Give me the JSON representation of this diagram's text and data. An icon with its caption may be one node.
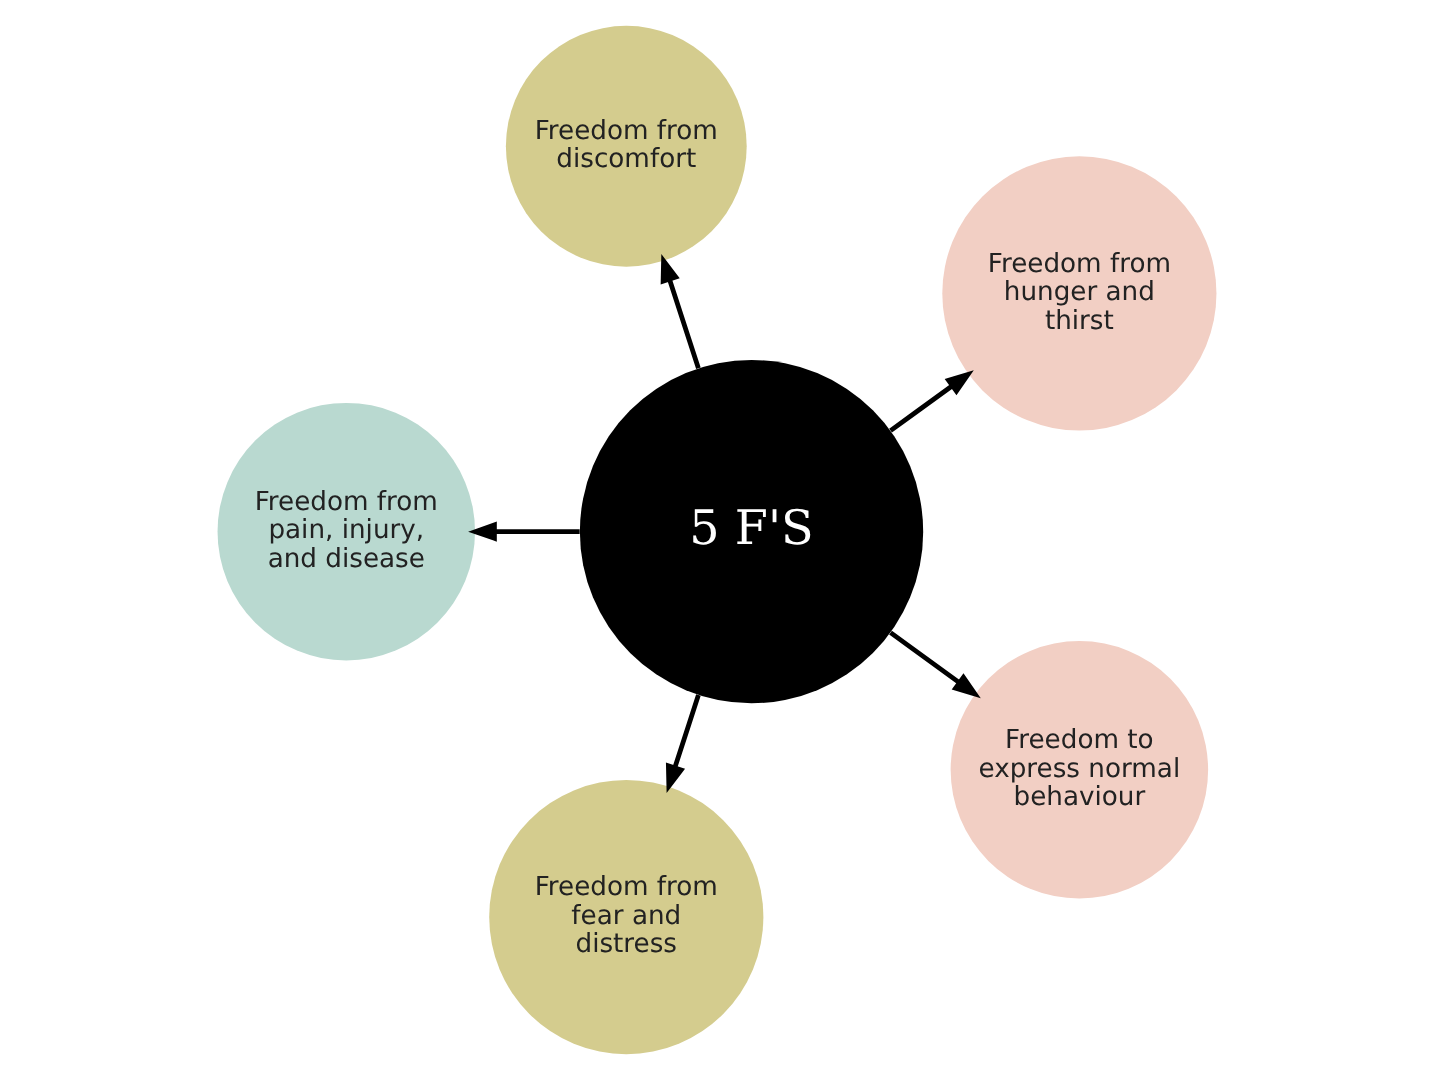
{
  "diagram": {
    "nodes": [
      {
        "text": [
          "5 F'S"
        ]
      },
      {
        "text": [
          "Freedom from hunger and thirst"
        ]
      },
      {
        "text": [
          "Freedom from discomfort"
        ]
      },
      {
        "text": [
          "Freedom from pain, injury, and disease"
        ]
      },
      {
        "text": [
          "Freedom from fear and distress"
        ]
      },
      {
        "text": [
          "Freedom to express normal behaviour"
        ]
      }
    ],
    "edges": [
      {
        "from": 0,
        "to": 1,
        "arrow": "to"
      },
      {
        "from": 0,
        "to": 2,
        "arrow": "to"
      },
      {
        "from": 0,
        "to": 3,
        "arrow": "to"
      },
      {
        "from": 0,
        "to": 4,
        "arrow": "to"
      },
      {
        "from": 0,
        "to": 5,
        "arrow": "to"
      }
    ]
  }
}
